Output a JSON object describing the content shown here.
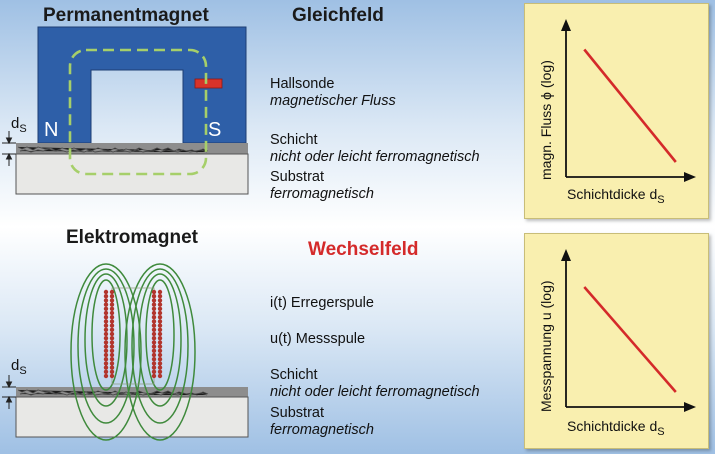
{
  "top": {
    "magnet_title": "Permanentmagnet",
    "field_title": "Gleichfeld",
    "pole_n": "N",
    "pole_s": "S",
    "ds_main": "d",
    "ds_sub": "S",
    "hall_label": "Hallsonde",
    "hall_sub": "magnetischer Fluss",
    "layer_label": "Schicht",
    "layer_sub": "nicht oder leicht ferromagnetisch",
    "substrate_label": "Substrat",
    "substrate_sub": "ferromagnetisch"
  },
  "bottom": {
    "magnet_title": "Elektromagnet",
    "field_title": "Wechselfeld",
    "field_title_color": "#d42a2a",
    "exciter_label": "i(t) Erregerspule",
    "measure_label": "u(t) Messspule",
    "ds_main": "d",
    "ds_sub": "S",
    "layer_label": "Schicht",
    "layer_sub": "nicht oder leicht ferromagnetisch",
    "substrate_label": "Substrat",
    "substrate_sub": "ferromagnetisch"
  },
  "colors": {
    "magnet_blue": "#2e5fa8",
    "field_line_dashed": "#a6cf6a",
    "coil_lines": "#3f8a3c",
    "coil_dots": "#b2352d",
    "hall_probe": "#d8332a",
    "trend_line": "#d42a2a",
    "panel_bg": "#f9efaf"
  },
  "chart_data": [
    {
      "type": "line",
      "title": "",
      "ylabel": "magn. Fluss ϕ (log)",
      "xlabel_main": "Schichtdicke d",
      "xlabel_sub": "S",
      "series": [
        {
          "x": [
            0.15,
            0.9
          ],
          "y": [
            0.85,
            0.1
          ]
        }
      ]
    },
    {
      "type": "line",
      "title": "",
      "ylabel": "Messpannung u (log)",
      "xlabel_main": "Schichtdicke d",
      "xlabel_sub": "S",
      "series": [
        {
          "x": [
            0.15,
            0.9
          ],
          "y": [
            0.8,
            0.1
          ]
        }
      ]
    }
  ]
}
